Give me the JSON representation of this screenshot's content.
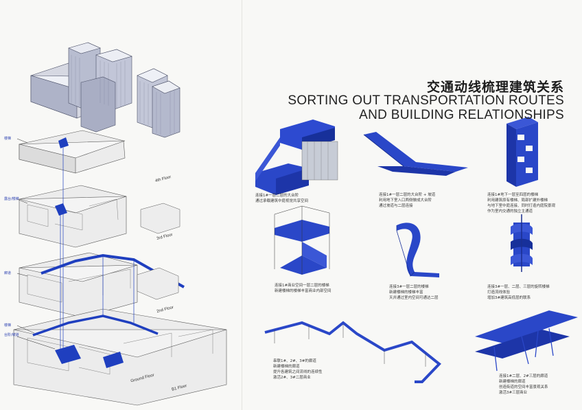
{
  "title": {
    "cn": "交通动线梳理建筑关系",
    "en_line1": "SORTING OUT TRANSPORTATION ROUTES",
    "en_line2": "AND BUILDING RELATIONSHIPS"
  },
  "floors": {
    "f4": "4th Floor",
    "f3": "3rd Floor",
    "f2": "2nd Floor",
    "ground": "Ground Floor",
    "b1": "B1 Floor"
  },
  "captions": {
    "c1": [
      "连接1#一层二层的大台阶",
      "通过承载建筑中庭视觉共享空间"
    ],
    "c2": [
      "连接1#一层二层的大台阶 + 坡道",
      "利用地下室入口两侧做成大台阶",
      "通过坡道与二层连接"
    ],
    "c3": [
      "连接1#地下一层至四层的楼梯",
      "利用建筑原有楼梯、局部扩建外楼梯",
      "与地下室中庭连接、同时打造内庭院景观",
      "作为室内交通的独立主通道"
    ],
    "c4": [
      "连接1#商业空间一层二层的楼梯",
      "新建楼梯的楼梯丰富商业内部空间"
    ],
    "c5": [
      "连接3#一层二层的楼梯",
      "新建楼梯的楼梯丰富",
      "天井通过室内空间可通达二层"
    ],
    "c6": [
      "连接3#一层、二层、三层的旋转楼梯",
      "打造流线体验",
      "增加3#建筑高低层的联系"
    ],
    "c7": [
      "串联1#、2#、3#的廊道",
      "新建楼梯的廊道",
      "提升各建筑之间流线的连续性",
      "激活2#、3#二层商业"
    ],
    "c8": [
      "连接1#二层、2#三层的廊道",
      "新建楼梯的廊道",
      "创造街道的空间丰富景观关系",
      "激活3#三层商业"
    ]
  },
  "labels": {
    "l_entrance": "楼梯",
    "l_lobby": "露台/楼梯",
    "l_corridor": "廊道",
    "l_stair": "楼梯",
    "l_ramp": "台阶/坡道"
  },
  "colors": {
    "accent_blue": "#1f3fbf",
    "line_gray": "#5a5a5a",
    "bg": "#f8f8f6"
  }
}
